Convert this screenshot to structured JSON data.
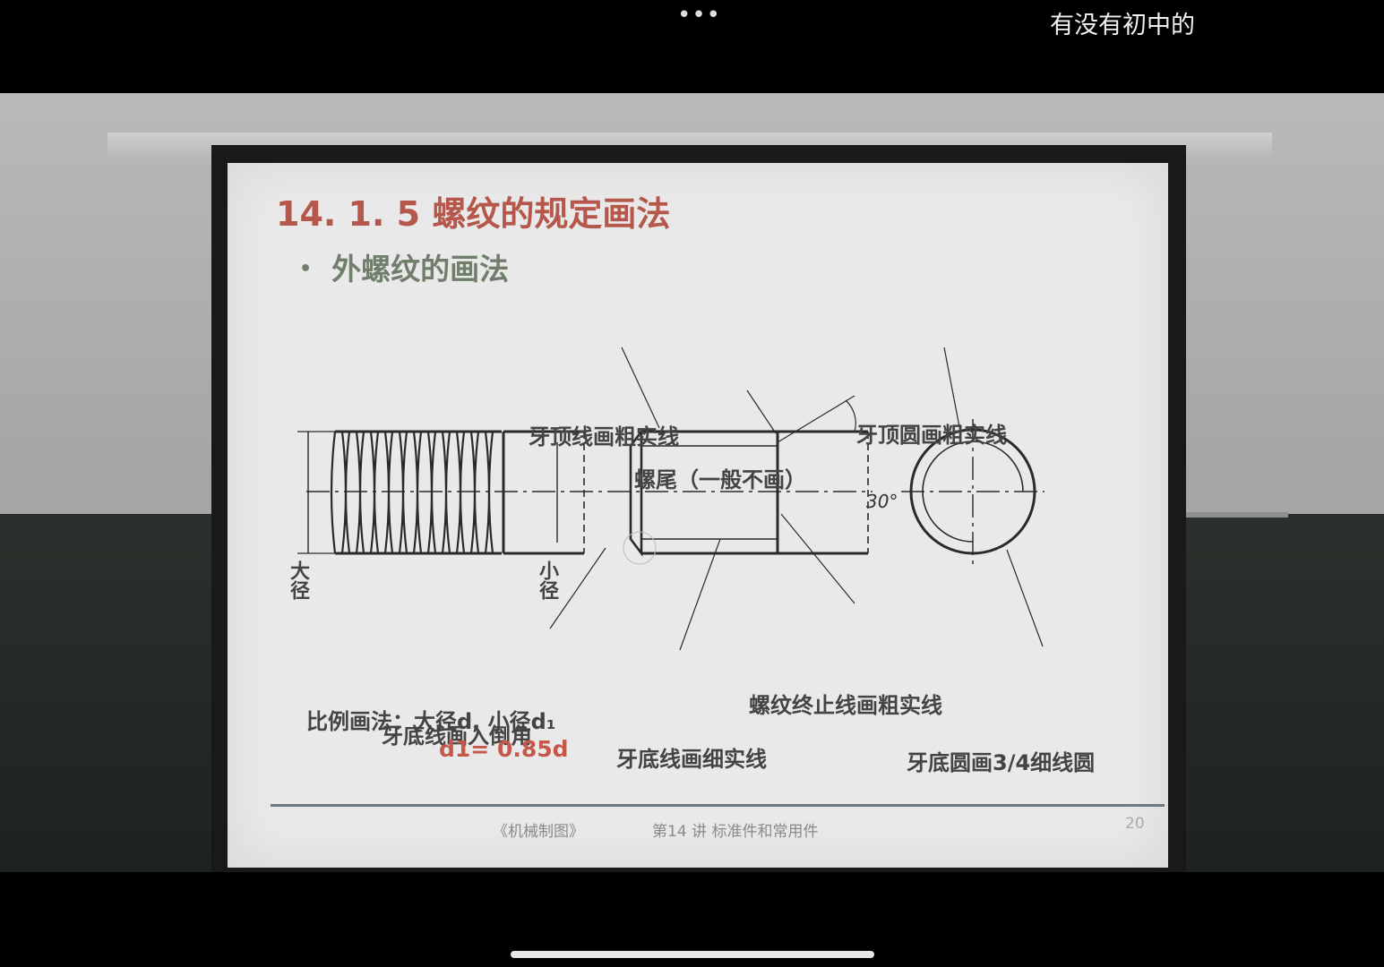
{
  "overlay": {
    "more_icon": "•••",
    "danmaku_text": "有没有初中的"
  },
  "slide": {
    "title": "14. 1. 5  螺纹的规定画法",
    "bullet": "外螺纹的画法",
    "labels": {
      "crest_line": "牙顶线画粗实线",
      "thread_tail": "螺尾（一般不画）",
      "crest_circle": "牙顶圆画粗实线",
      "angle": "30°",
      "major_diameter": "大径",
      "minor_diameter": "小径",
      "termination_line": "螺纹终止线画粗实线",
      "root_chamfer": "牙底线画入倒角",
      "root_line": "牙底线画细实线",
      "root_circle": "牙底圆画3/4细线圆"
    },
    "formula_line1": "比例画法：大径d, 小径d₁",
    "formula_line2": "d1= 0.85d",
    "footer_book": "《机械制图》",
    "footer_lecture": "第14 讲  标准件和常用件",
    "page_number": "20"
  }
}
